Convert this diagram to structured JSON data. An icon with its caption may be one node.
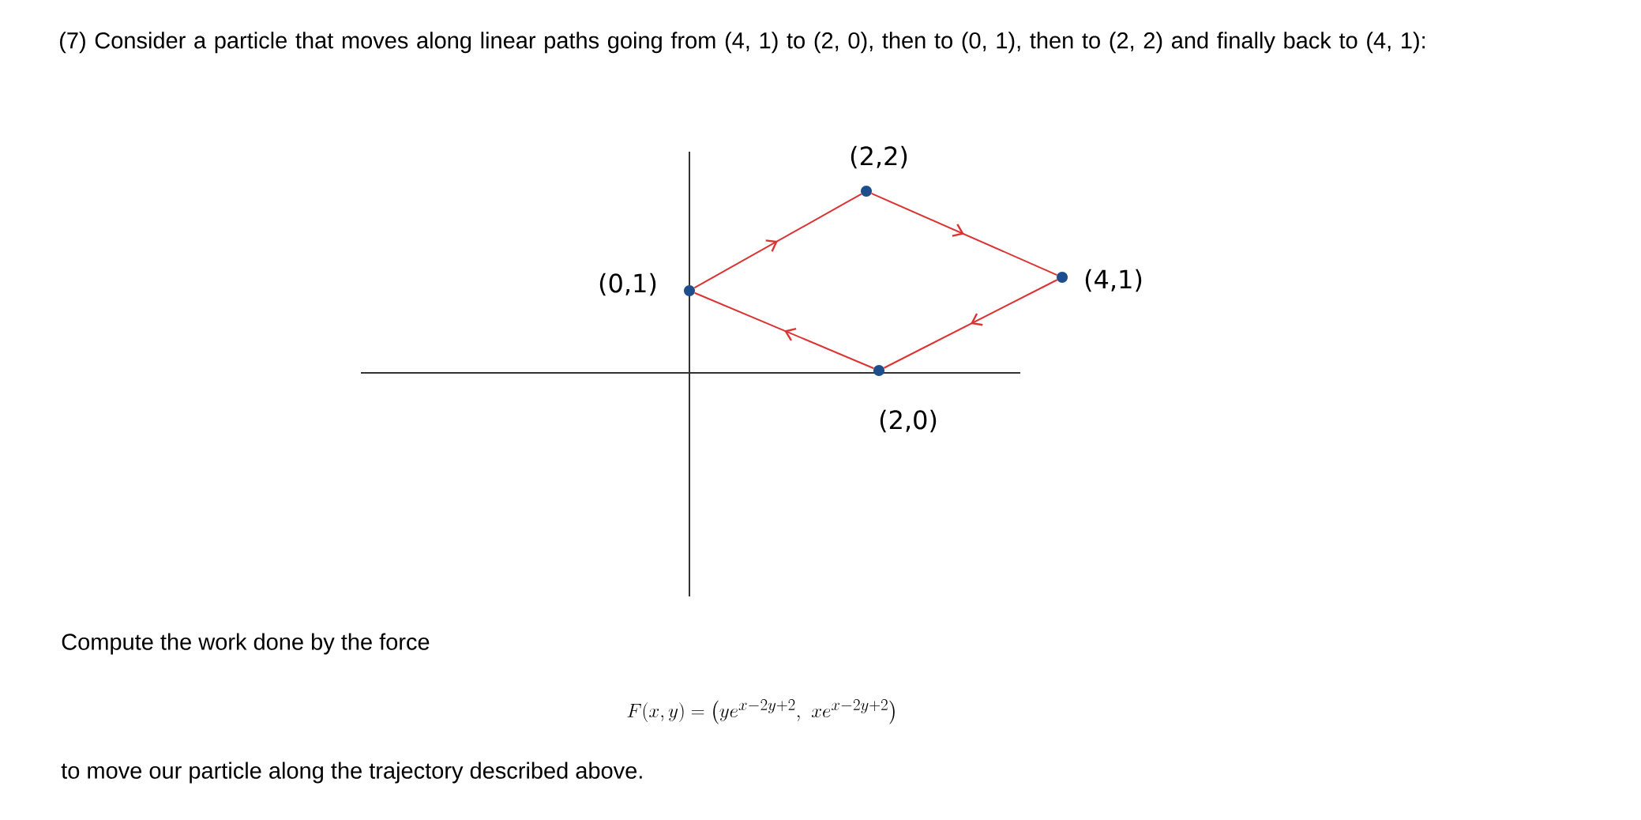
{
  "diagram": {
    "nodes": [
      {
        "text": [],
        "shape": "circle",
        "beside": [
          "(2,2)"
        ]
      },
      {
        "text": [],
        "shape": "circle",
        "beside": [
          "(0,1)"
        ]
      },
      {
        "text": [],
        "shape": "circle",
        "beside": [
          "(4,1)"
        ]
      },
      {
        "text": [],
        "shape": "circle",
        "beside": [
          "(2,0)"
        ]
      }
    ],
    "edges": [
      {
        "from": 2,
        "to": 3,
        "arrow": "to"
      },
      {
        "from": 3,
        "to": 1,
        "arrow": "to"
      },
      {
        "from": 1,
        "to": 0,
        "arrow": "to"
      },
      {
        "from": 0,
        "to": 2,
        "arrow": "to"
      }
    ],
    "labels": [
      "(7) Consider a particle that moves along linear paths going from (4, 1) to (2, 0), then to (0, 1), then to (2, 2) and finally back to (4, 1):",
      "Compute the work done by the force",
      "F(x, y) = \\left(ye^{x-2y+2},\\ xe^{x-2y+2}\\right)",
      "to move our particle along the trajectory described above."
    ]
  }
}
